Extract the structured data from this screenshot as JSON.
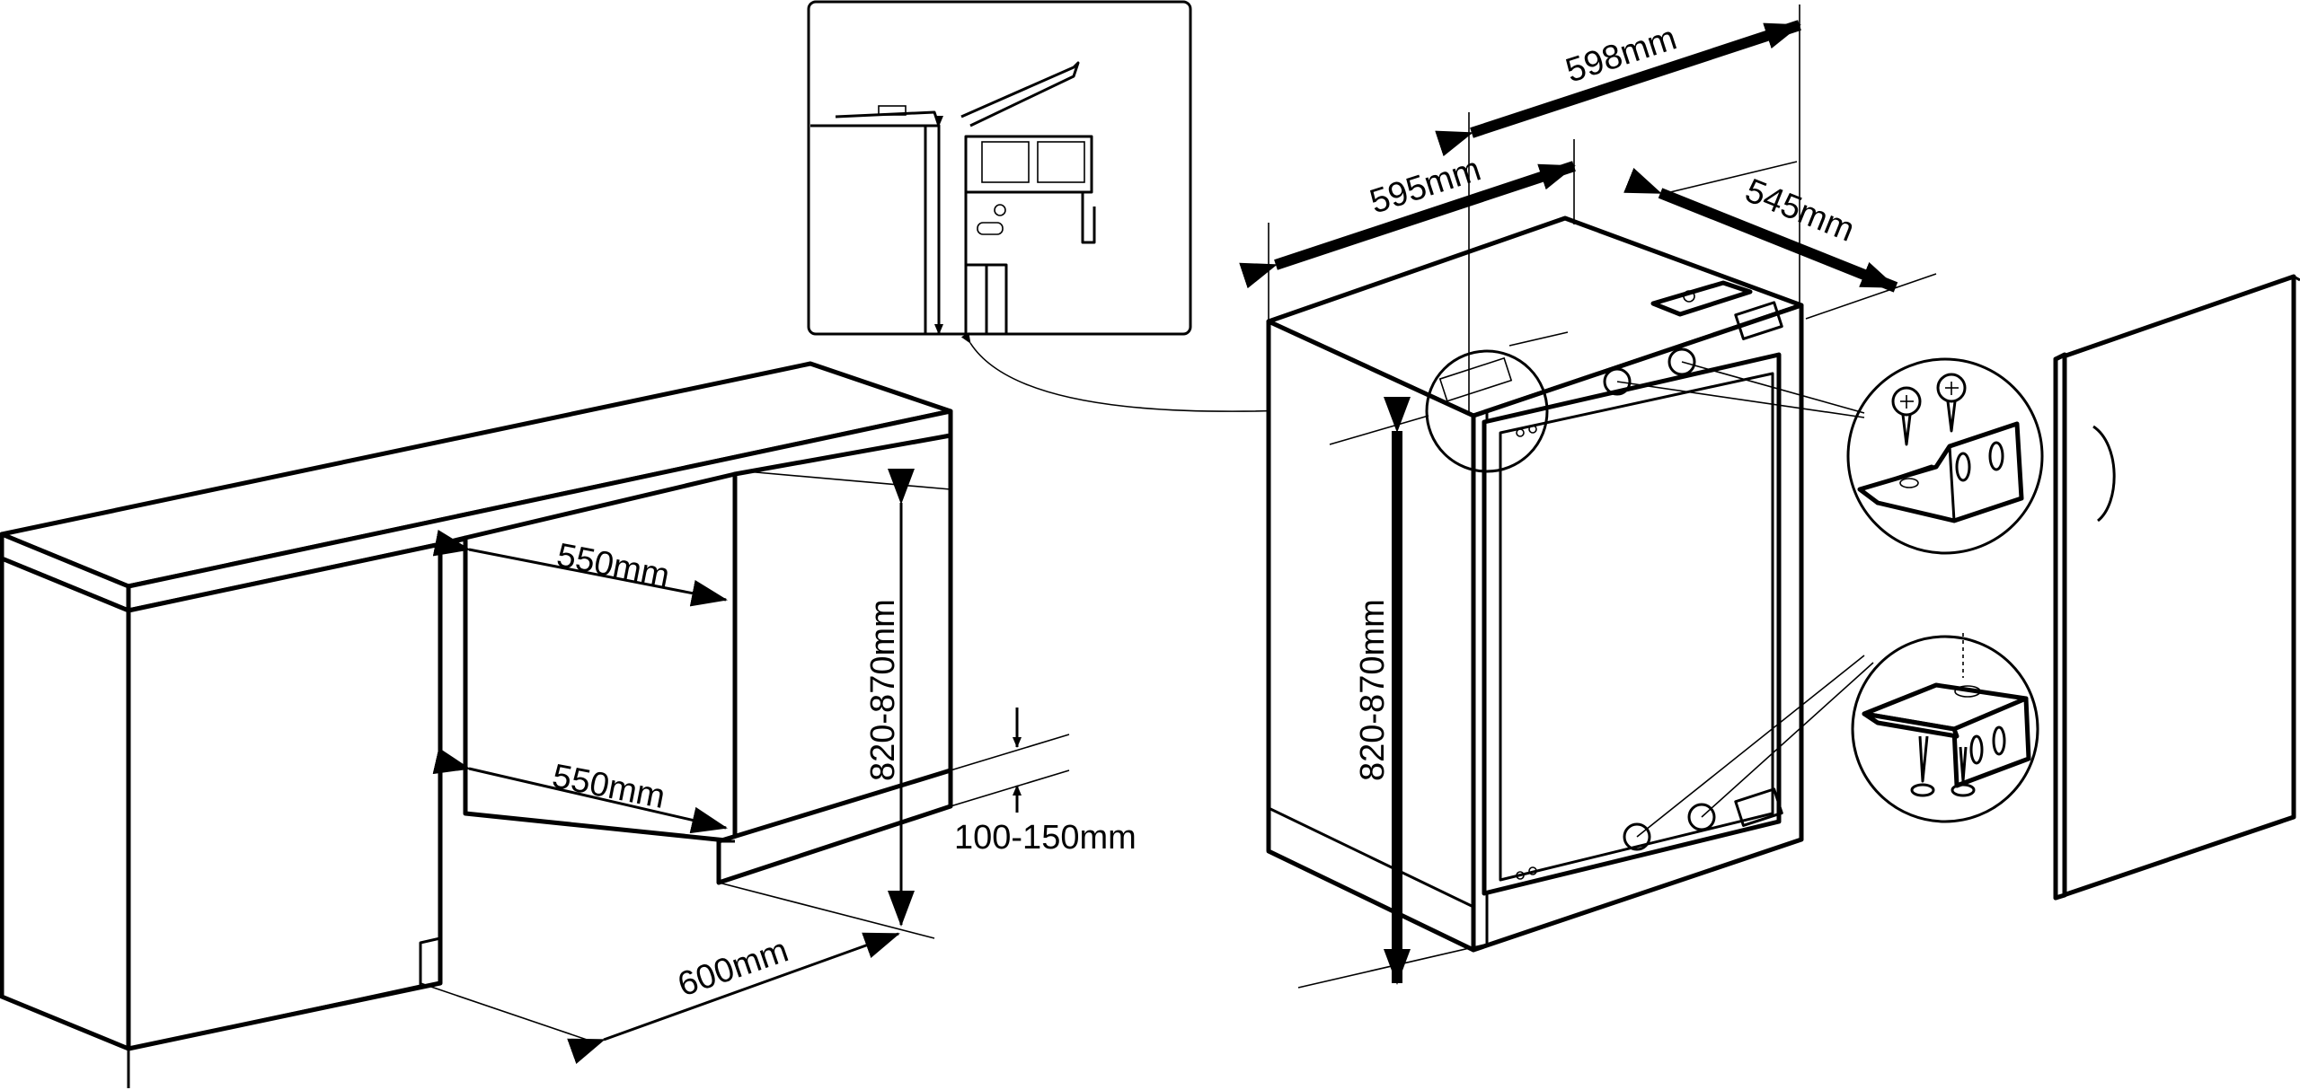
{
  "labels": {
    "cabinet_width_top": "550mm",
    "cabinet_width_bottom": "550mm",
    "niche_height": "820-870mm",
    "plinth_height": "100-150mm",
    "cabinet_depth": "600mm",
    "appliance_top_width": "598mm",
    "appliance_width": "595mm",
    "appliance_depth": "545mm",
    "appliance_height": "820-870mm"
  },
  "parts": {
    "left_cabinet": "kitchen-cabinet-with-niche",
    "detail_inset": "top-corner-detail",
    "appliance": "built-in-appliance",
    "hardware_top": "top-hinge-bracket-with-screws",
    "hardware_bottom": "bottom-bracket-with-screws",
    "door": "furniture-door-panel"
  },
  "colors": {
    "line": "#000000",
    "background": "#ffffff"
  }
}
